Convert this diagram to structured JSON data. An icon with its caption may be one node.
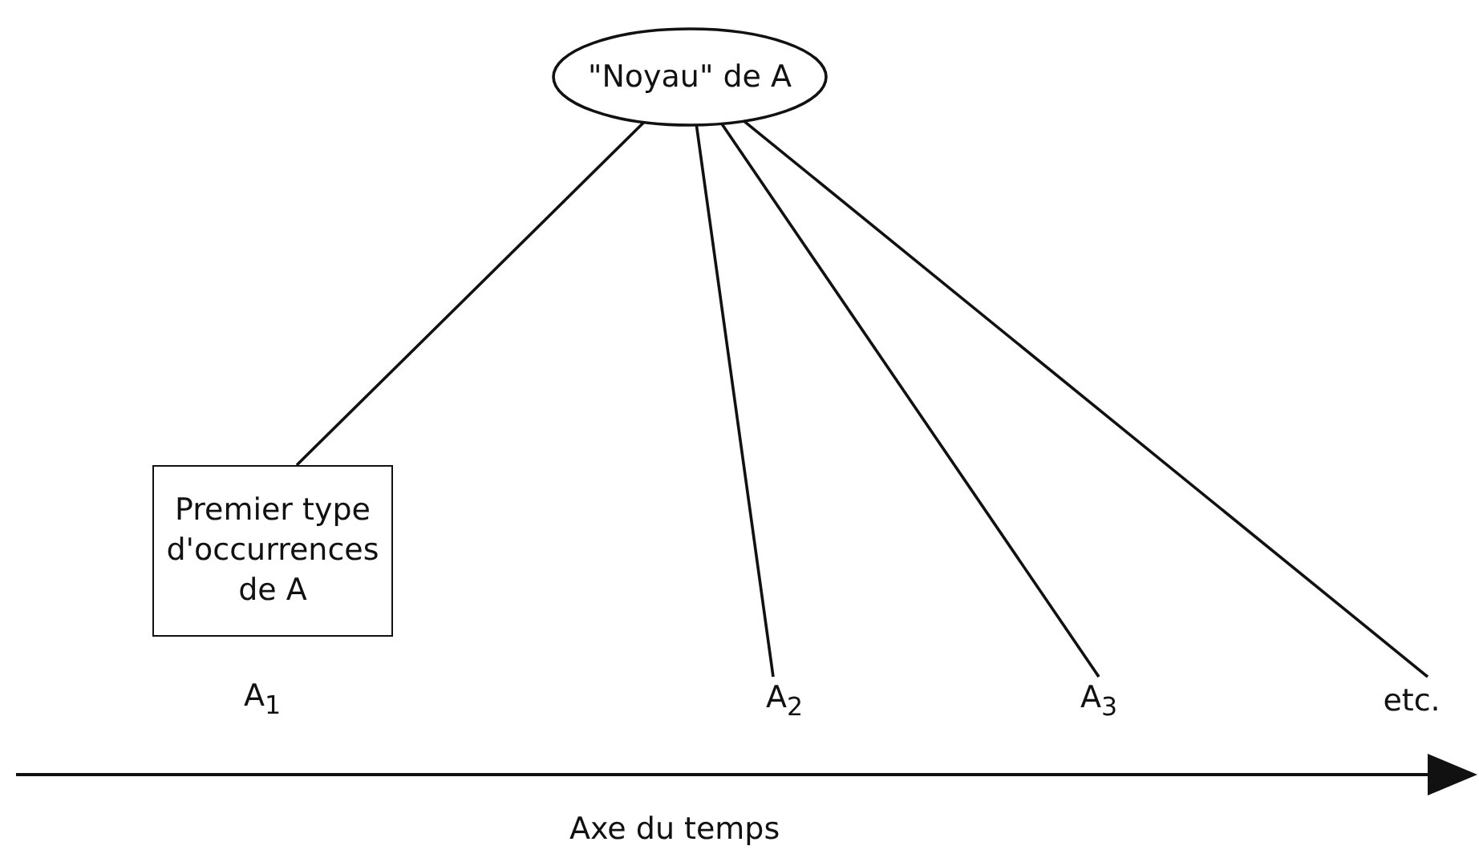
{
  "diagram": {
    "nodes": [
      {
        "text": [
          "\"Noyau\"  de  A"
        ]
      },
      {
        "text": [
          "Premier type d'occurrences de A"
        ],
        "beside": [
          "A$_{1}$"
        ]
      },
      {
        "text": [
          "A$_{2}$"
        ]
      },
      {
        "text": [
          "A$_{3}$"
        ]
      },
      {
        "text": [
          "etc."
        ]
      }
    ],
    "edges": [
      {
        "from": 0,
        "to": 1,
        "arrow": "none"
      },
      {
        "from": 0,
        "to": 2,
        "arrow": "none"
      },
      {
        "from": 0,
        "to": 3,
        "arrow": "none"
      },
      {
        "from": 0,
        "to": 4,
        "arrow": "none"
      }
    ],
    "labels": [
      "Axe du temps"
    ]
  }
}
